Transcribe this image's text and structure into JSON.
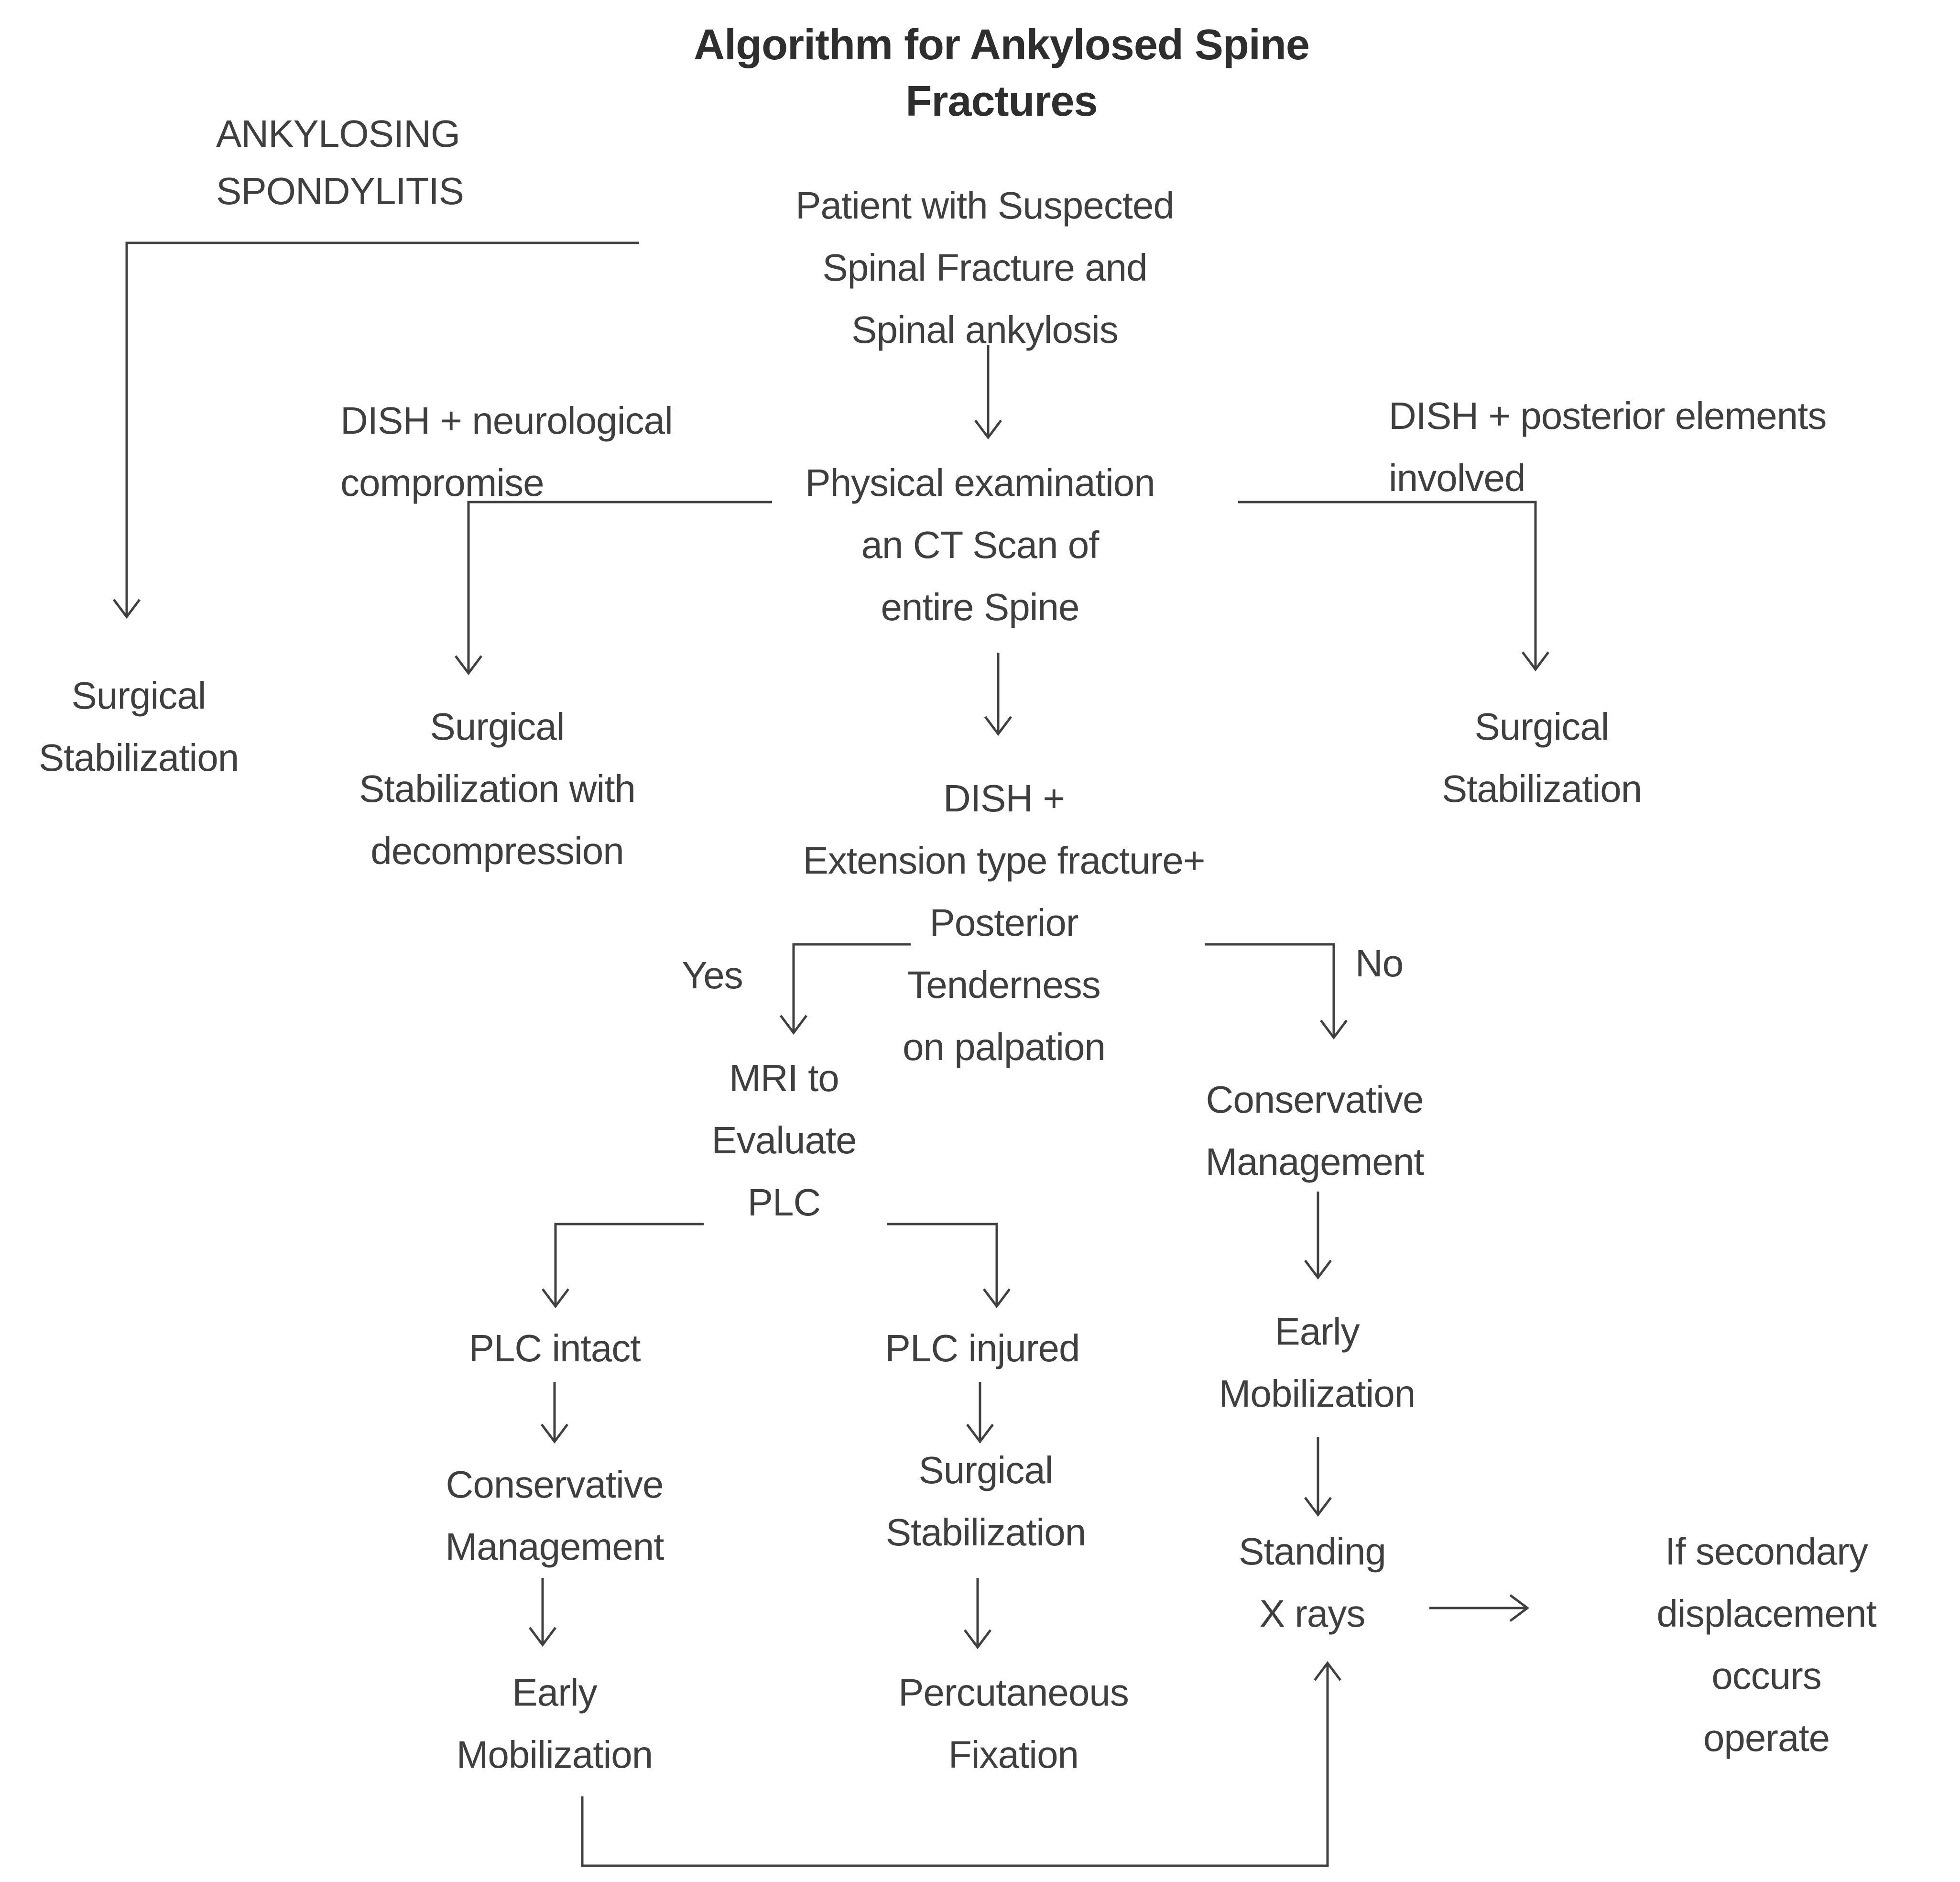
{
  "colors": {
    "background": "#ffffff",
    "text": "#3f3f3f",
    "title": "#2e2e2e",
    "line": "#404040"
  },
  "title": "Algorithm for Ankylosed Spine\nFractures",
  "nodes": {
    "ankylosing_spondylitis": "ANKYLOSING\nSPONDYLITIS",
    "patient": "Patient with Suspected\nSpinal Fracture and\nSpinal ankylosis",
    "dish_neurological": "DISH + neurological\ncompromise",
    "physical_exam": "Physical examination\nan CT Scan of\nentire Spine",
    "dish_posterior": "DISH + posterior elements\ninvolved",
    "surgical_stab_left": "Surgical\nStabilization",
    "surgical_stab_decompression": "Surgical\nStabilization with\ndecompression",
    "surgical_stab_right": "Surgical\nStabilization",
    "dish_extension": "DISH +\nExtension type fracture+\nPosterior\nTenderness\non palpation",
    "mri_plc": "MRI to\nEvaluate\nPLC",
    "conservative_mgmt_right": "Conservative\nManagement",
    "plc_intact": "PLC intact",
    "plc_injured": "PLC injured",
    "early_mobilization_right": "Early\nMobilization",
    "conservative_mgmt_left": "Conservative\nManagement",
    "surgical_stab_center": "Surgical\nStabilization",
    "standing_xrays": "Standing\nX rays",
    "if_secondary": "If secondary\ndisplacement occurs\noperate",
    "early_mobilization_left": "Early\nMobilization",
    "percutaneous_fixation": "Percutaneous\nFixation"
  },
  "edge_labels": {
    "yes": "Yes",
    "no": "No"
  }
}
